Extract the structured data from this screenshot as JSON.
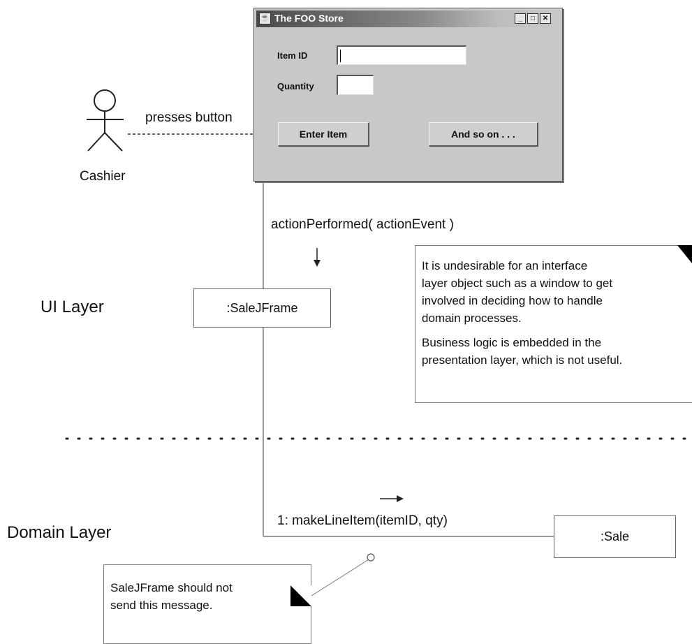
{
  "window": {
    "title": "The FOO Store",
    "item_id_label": "Item ID",
    "item_id_value": "",
    "quantity_label": "Quantity",
    "quantity_value": "",
    "enter_item_label": "Enter Item",
    "and_so_on_label": "And so on . . ."
  },
  "actor": {
    "name": "Cashier",
    "action": "presses button"
  },
  "messages": {
    "action_performed": "actionPerformed( actionEvent )",
    "make_line_item": "1: makeLineItem(itemID, qty)"
  },
  "layers": {
    "ui": "UI Layer",
    "domain": "Domain Layer"
  },
  "objects": {
    "sale_jframe": ":SaleJFrame",
    "sale": ":Sale"
  },
  "notes": {
    "undesirable_lines": [
      "It is undesirable for an interface",
      "layer object such as a window to get",
      "involved in deciding how to handle",
      "domain processes.",
      "",
      "Business logic is embedded in the",
      "presentation layer, which is not useful."
    ],
    "should_not_lines": [
      "SaleJFrame should not",
      "send this message."
    ]
  }
}
